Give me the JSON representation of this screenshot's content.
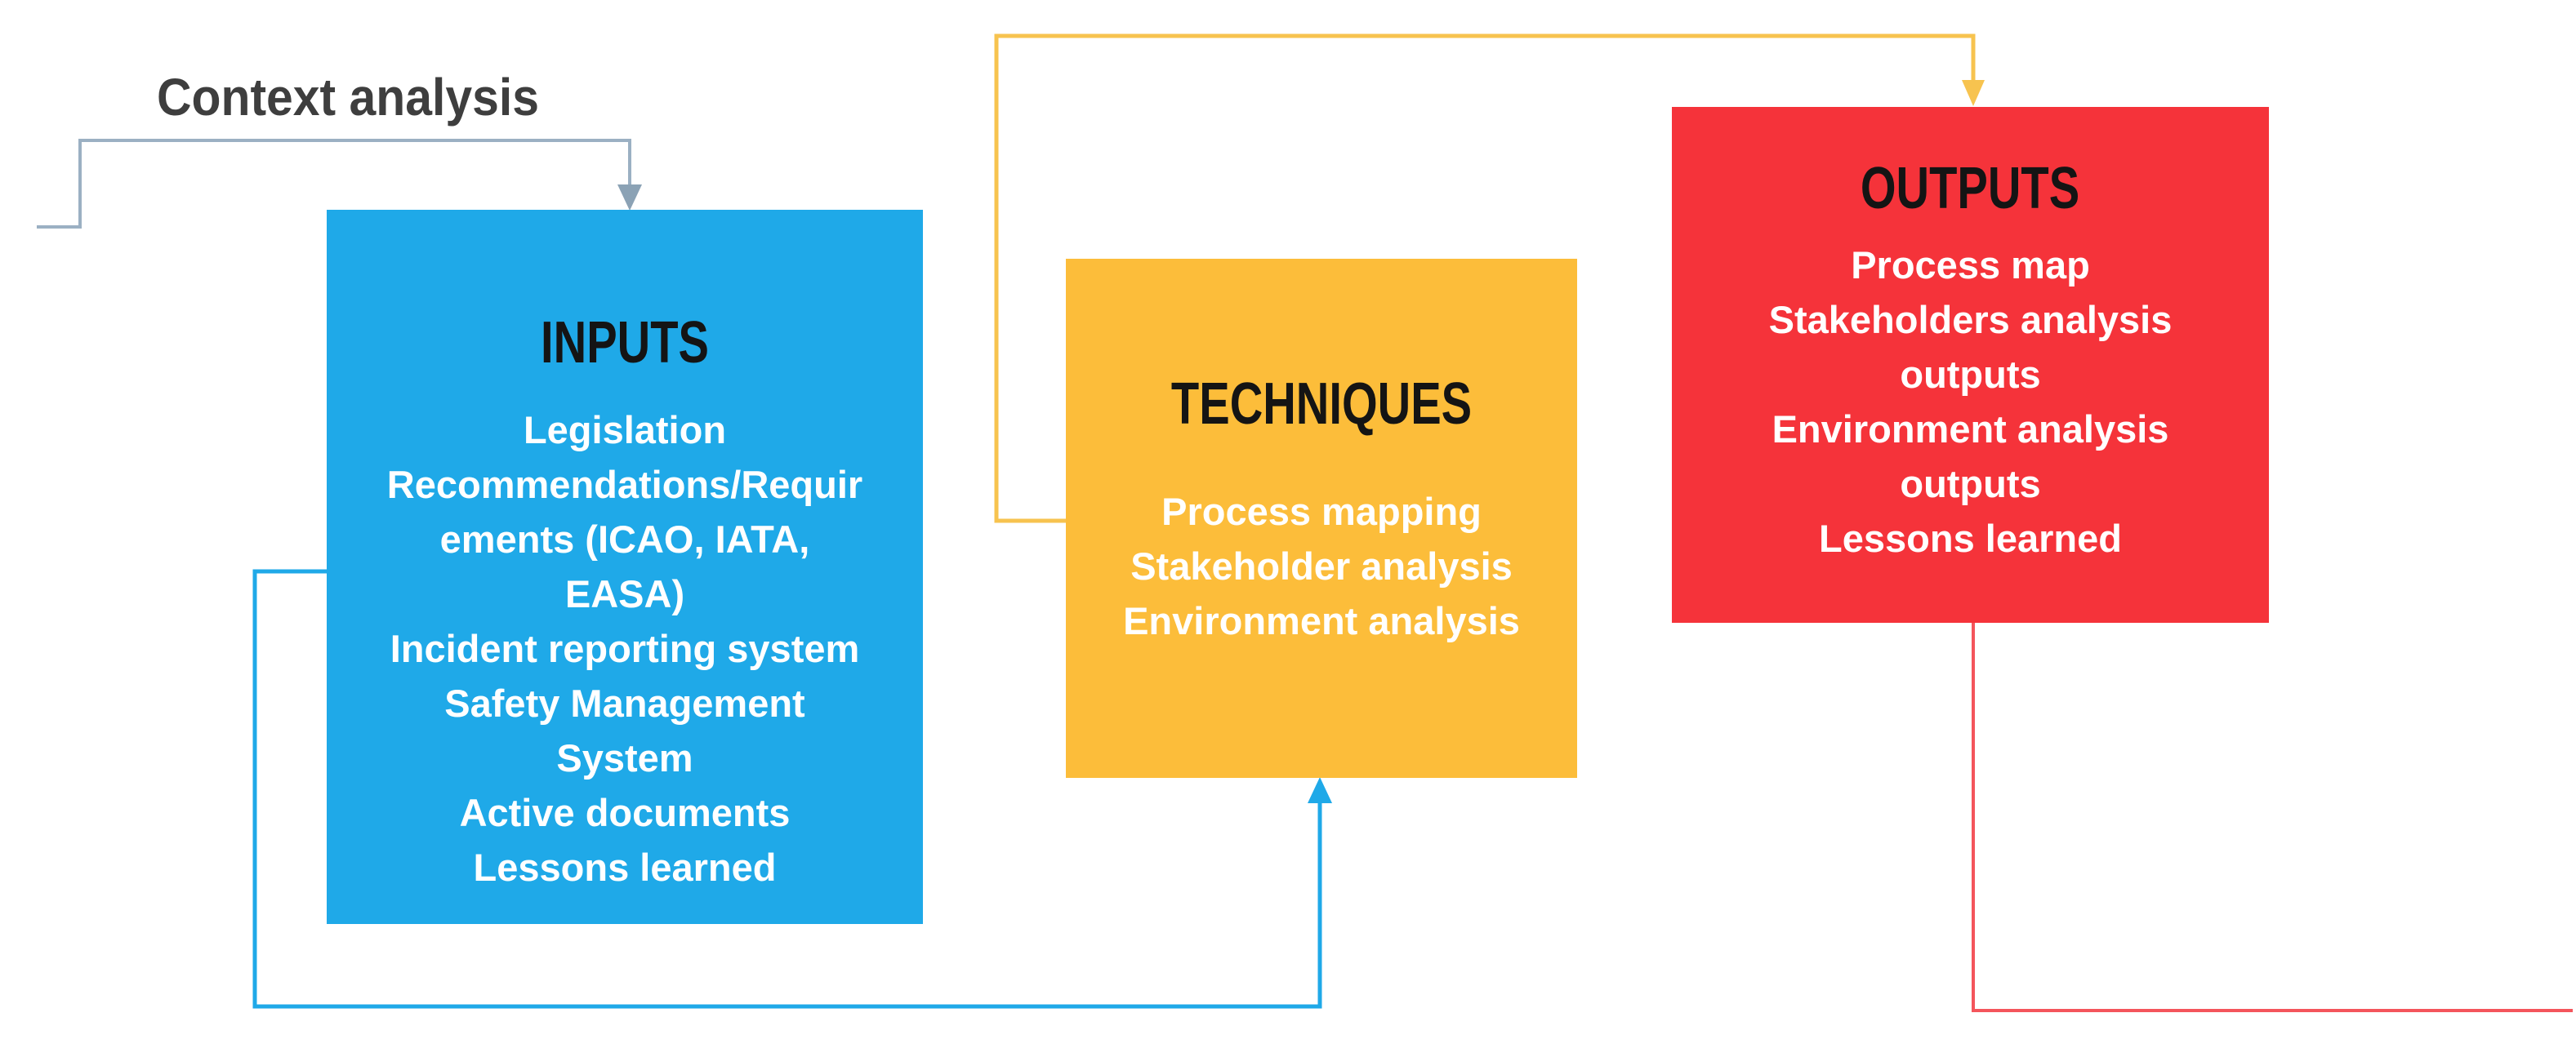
{
  "diagram": {
    "context_label": "Context analysis",
    "boxes": {
      "inputs": {
        "title": "INPUTS",
        "lines": [
          "Legislation",
          "Recommendations/Requir",
          "ements (ICAO, IATA,",
          "EASA)",
          "Incident reporting system",
          "Safety Management",
          "System",
          "Active documents",
          "Lessons learned"
        ]
      },
      "techniques": {
        "title": "TECHNIQUES",
        "lines": [
          "Process mapping",
          "Stakeholder analysis",
          "Environment analysis"
        ]
      },
      "outputs": {
        "title": "OUTPUTS",
        "lines": [
          "Process map",
          "Stakeholders analysis",
          "outputs",
          "Environment analysis",
          "outputs",
          "Lessons learned"
        ]
      }
    },
    "colors": {
      "inputs_box": "#1FA9E8",
      "techniques_box": "#FCBD3A",
      "outputs_box": "#F5333A",
      "title_text": "#141414",
      "body_text": "#FFFFFF",
      "context_text": "#3E3E3E",
      "context_connector": "#9BB0C3",
      "context_arrow": "#8BA2B5",
      "inputs_connector": "#1FA9E8",
      "techniques_connector": "#F7C34F",
      "outputs_connector": "#F4555C"
    }
  }
}
